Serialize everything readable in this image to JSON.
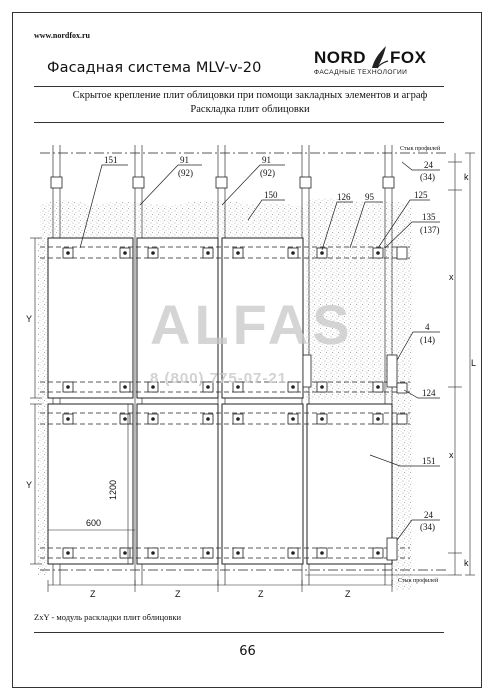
{
  "header": {
    "url": "www.nordfox.ru",
    "title": "Фасадная система MLV-v-20",
    "logo_main_left": "NORD",
    "logo_main_right": "FOX",
    "logo_sub": "ФАСАДНЫЕ  ТЕХНОЛОГИИ",
    "subtitle_line1": "Скрытое крепление плит облицовки при помощи закладных элементов и аграф",
    "subtitle_line2": "Раскладка  плит облицовки"
  },
  "watermark": {
    "text": "ALFAS",
    "phone": "8 (800) 775-07-21"
  },
  "drawing": {
    "joint_top": "Стык профилей",
    "joint_bottom": "Стык профилей",
    "callouts": {
      "c151_top": "151",
      "c91_a": "91",
      "c91_a_alt": "(92)",
      "c91_b": "91",
      "c91_b_alt": "(92)",
      "c150": "150",
      "c126": "126",
      "c95": "95",
      "c125": "125",
      "c135": "135",
      "c135_alt": "(137)",
      "c24_top": "24",
      "c24_top_alt": "(34)",
      "c4": "4",
      "c4_alt": "(14)",
      "c124": "124",
      "c151_right": "151",
      "c24_bottom": "24",
      "c24_bottom_alt": "(34)"
    },
    "dims": {
      "k": "k",
      "x": "x",
      "L": "L",
      "Y": "Y",
      "Z": "Z",
      "d1200": "1200",
      "d600": "600"
    }
  },
  "footer": {
    "note": "ZxY - модуль раскладки плит облицовки",
    "page_number": "66"
  }
}
